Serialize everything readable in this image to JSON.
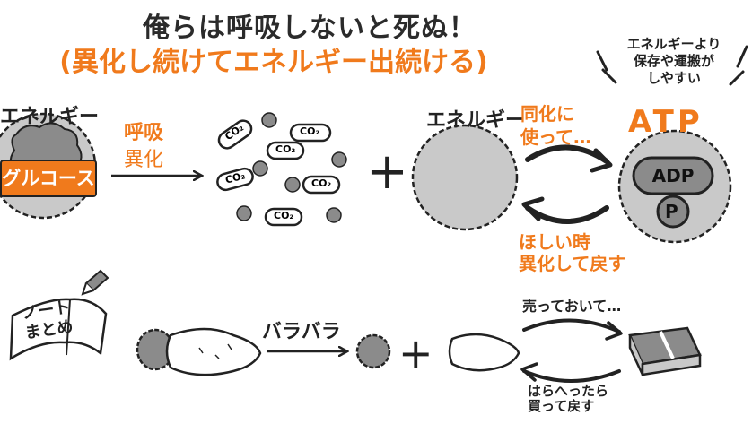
{
  "colors": {
    "accent": "#f07a1c",
    "ink": "#222222",
    "cell_gray": "#c9c9c9",
    "cell_dark": "#8b8b8b"
  },
  "title": {
    "line1": "俺らは呼吸しないと死ぬ！",
    "line2": "(異化し続けてエネルギー出続ける)"
  },
  "left_cell": {
    "energy_label": "エネルギー",
    "glucose_label": "グルコース"
  },
  "respiration_arrow": {
    "line1": "呼吸",
    "line2": "異化"
  },
  "co2_label": "CO₂",
  "middle_cell": {
    "energy_label": "エネルギー"
  },
  "anabolism_label": {
    "line1": "同化に",
    "line2": "使って…"
  },
  "catabolism_label": {
    "line1": "ほしい時",
    "line2": "異化して戻す"
  },
  "atp": {
    "note_line1": "エネルギーより",
    "note_line2": "保存や運搬が",
    "note_line3": "しやすい",
    "label": "ATP",
    "adp_label": "ADP",
    "p_label": "P"
  },
  "plus_sign": "+",
  "notebook": {
    "line1": "ノート",
    "line2": "まとめ"
  },
  "analogy": {
    "barabara_label": "バラバラ",
    "sell_label": "売っておいて…",
    "hungry_line1": "はらへったら",
    "hungry_line2": "買って戻す"
  },
  "icons": [
    "co2-molecule-icon",
    "pencil-icon",
    "notebook-icon",
    "sweet-potato-icon",
    "money-bundle-icon",
    "arrow-icon"
  ]
}
